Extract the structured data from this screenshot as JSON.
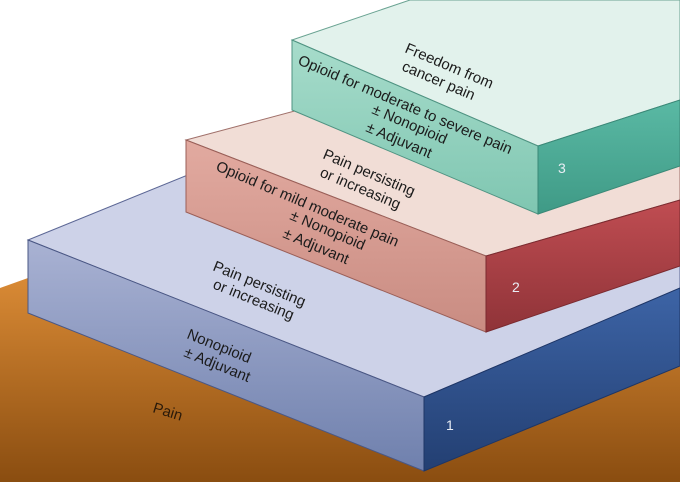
{
  "ladder": {
    "ground": {
      "label": "Pain",
      "colors": {
        "top": "#d98a35",
        "bottom": "#8a4d10"
      }
    },
    "steps": [
      {
        "number": "1",
        "treatment": [
          "Nonopioid",
          "± Adjuvant"
        ],
        "next": [
          "Pain persisting",
          "or increasing"
        ],
        "colors": {
          "top": "#cdd2e8",
          "front_top": "#a9b2d3",
          "front_bottom": "#6f80ad",
          "side_top": "#3d64a6",
          "side_bottom": "#233f72"
        }
      },
      {
        "number": "2",
        "treatment": [
          "Opioid for mild moderate pain",
          "± Nonopioid",
          "± Adjuvant"
        ],
        "next": [
          "Pain persisting",
          "or increasing"
        ],
        "colors": {
          "top": "#f1ddd6",
          "front_top": "#e2aaa0",
          "front_bottom": "#c98c82",
          "side_top": "#c04d52",
          "side_bottom": "#8f3338"
        }
      },
      {
        "number": "3",
        "treatment": [
          "Opioid for moderate to severe pain",
          "± Nonopioid",
          "± Adjuvant"
        ],
        "next": [
          "Freedom from",
          "cancer pain"
        ],
        "colors": {
          "top": "#e2f2ec",
          "front_top": "#a7dccb",
          "front_bottom": "#7fc6b1",
          "side_top": "#5ab9a4",
          "side_bottom": "#3f9a86"
        }
      }
    ]
  }
}
